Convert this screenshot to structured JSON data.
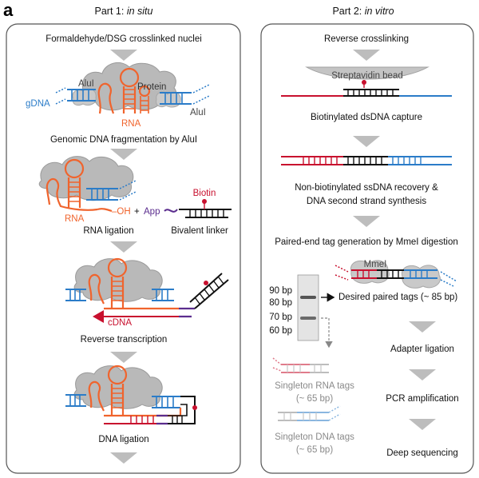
{
  "panel_letter": "a",
  "part1": {
    "title_prefix": "Part 1: ",
    "title_em": "in situ",
    "steps": [
      "Formaldehyde/DSG crosslinked nuclei",
      "Genomic DNA fragmentation by AluI",
      "RNA ligation",
      "Reverse transcription",
      "DNA ligation"
    ],
    "labels": {
      "alui_left": "AluI",
      "alui_right": "AluI",
      "protein": "Protein",
      "gdna": "gDNA",
      "rna_top": "RNA",
      "rna_mid": "RNA",
      "oh": "–OH",
      "plus": "+",
      "app": "App",
      "biotin": "Biotin",
      "bivalent_linker": "Bivalent linker",
      "cdna": "cDNA"
    }
  },
  "part2": {
    "title_prefix": "Part 2: ",
    "title_em": "in vitro",
    "steps": [
      "Reverse crosslinking",
      "Biotinylated dsDNA capture",
      "Non-biotinylated ssDNA recovery &",
      "DNA second strand synthesis",
      "Paired-end tag generation by MmeI digestion",
      "Adapter ligation",
      "PCR amplification",
      "Deep sequencing"
    ],
    "labels": {
      "streptavidin_bead": "Streptavidin bead",
      "mmei": "MmeI",
      "desired_tags": "Desired paired tags (~ 85 bp)",
      "singleton_rna_1": "Singleton RNA tags",
      "singleton_rna_2": "(~ 65 bp)",
      "singleton_dna_1": "Singleton DNA tags",
      "singleton_dna_2": "(~ 65 bp)"
    },
    "gel_ladder": [
      "90 bp",
      "80 bp",
      "70 bp",
      "60 bp"
    ]
  },
  "colors": {
    "rna": "#f0642d",
    "dna_blue": "#2b7cc8",
    "linker_black": "#111111",
    "cdna_red": "#c8102e",
    "linker_purple": "#5b2d8e",
    "protein_gray": "#b9b9b9"
  }
}
